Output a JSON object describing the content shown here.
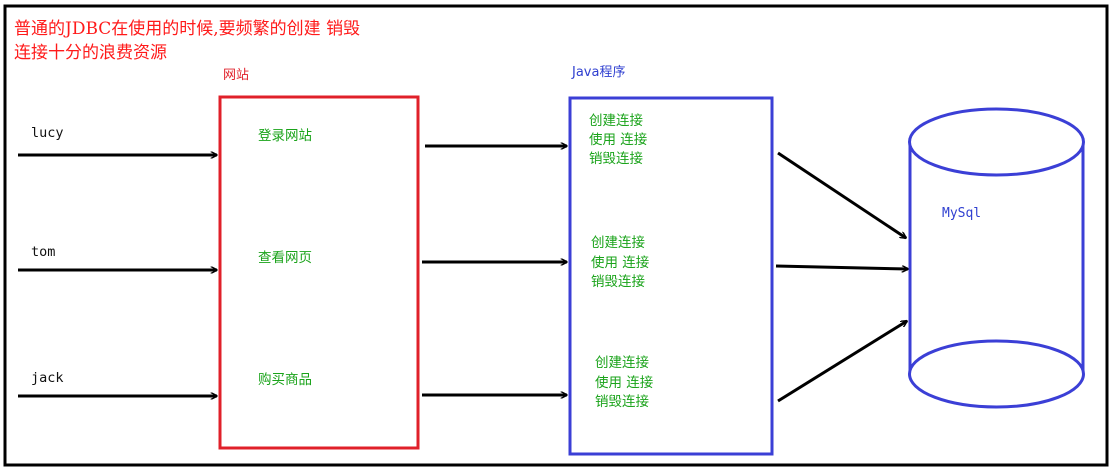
{
  "note": {
    "line1": "普通的JDBC在使用的时候,要频繁的创建 销毁",
    "line2": "连接十分的浪费资源"
  },
  "website": {
    "title": "网站",
    "items": [
      "登录网站",
      "查看网页",
      "购买商品"
    ]
  },
  "java": {
    "title": "Java程序",
    "blocks": [
      [
        "创建连接",
        "使用 连接",
        "销毁连接"
      ],
      [
        "创建连接",
        "使用 连接",
        "销毁连接"
      ],
      [
        "创建连接",
        "使用 连接",
        "销毁连接"
      ]
    ]
  },
  "users": [
    "lucy",
    "tom",
    "jack"
  ],
  "database": {
    "label": "MySql"
  },
  "colors": {
    "note": "#ff1a1a",
    "website_box": "#e0202a",
    "java_box": "#3b3fd6",
    "database": "#3b3fd6",
    "green_text": "#1aa31a",
    "arrow": "#000000"
  }
}
